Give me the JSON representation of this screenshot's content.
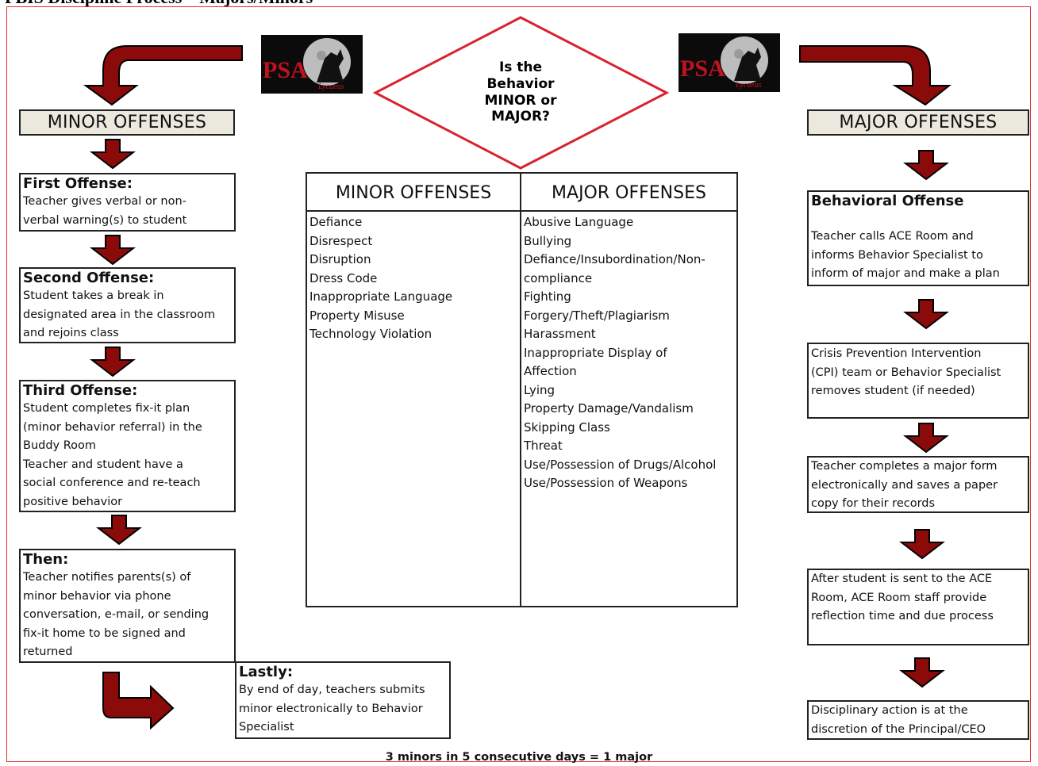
{
  "page_title": "PBIS Discipline Process – Majors/Minors",
  "logo": {
    "text": "PSA",
    "subtext": "Lycaeus"
  },
  "decision": {
    "line1": "Is the",
    "line2": "Behavior",
    "line3": "MINOR or",
    "line4": "MAJOR?"
  },
  "minor_header": "MINOR OFFENSES",
  "major_header": "MAJOR OFFENSES",
  "minor_steps": [
    {
      "title": "First Offense:",
      "body": "Teacher gives verbal or non-\nverbal warning(s) to student"
    },
    {
      "title": "Second Offense:",
      "body": "Student takes a break in\ndesignated area in the classroom\nand rejoins class"
    },
    {
      "title": "Third Offense:",
      "body": "Student completes fix-it plan\n(minor behavior referral) in the\nBuddy Room\nTeacher and student have a\nsocial conference and re-teach\npositive behavior"
    },
    {
      "title": "Then:",
      "body": "Teacher notifies parents(s) of\nminor behavior via phone\nconversation, e-mail, or sending\nfix-it home to be signed and\nreturned"
    },
    {
      "title": "Lastly:",
      "body": "By end of day, teachers submits\nminor electronically to Behavior\nSpecialist"
    }
  ],
  "major_steps": [
    {
      "title": "Behavioral Offense",
      "body": "Teacher calls ACE Room and\ninforms Behavior Specialist to\ninform of major and make a plan"
    },
    {
      "title": "",
      "body": "Crisis Prevention Intervention\n(CPI) team or Behavior Specialist\nremoves student (if needed)"
    },
    {
      "title": "",
      "body": "Teacher completes a major form\nelectronically and saves a paper\ncopy for their records"
    },
    {
      "title": "",
      "body": "After student is sent to the ACE\nRoom, ACE Room staff provide\nreflection time and due process"
    },
    {
      "title": "",
      "body": "Disciplinary action is at the\ndiscretion of the Principal/CEO"
    }
  ],
  "table": {
    "minor_header": "MINOR OFFENSES",
    "major_header": "MAJOR OFFENSES",
    "minor_items": [
      "Defiance",
      "Disrespect",
      "Disruption",
      "Dress Code",
      "Inappropriate Language",
      "Property Misuse",
      "Technology Violation"
    ],
    "major_items": [
      "Abusive Language",
      "Bullying",
      "Defiance/Insubordination/Non-",
      "compliance",
      "Fighting",
      "Forgery/Theft/Plagiarism",
      "Harassment",
      "Inappropriate Display of",
      "Affection",
      "Lying",
      "Property Damage/Vandalism",
      "Skipping Class",
      "Threat",
      "Use/Possession of Drugs/Alcohol",
      "Use/Possession of Weapons"
    ]
  },
  "footnote": "3 minors in 5 consecutive days = 1 major",
  "colors": {
    "arrow_fill": "#8b0a0a",
    "arrow_outline": "#000000",
    "diamond_stroke": "#d9232e",
    "header_bg": "#ebe8dd"
  }
}
